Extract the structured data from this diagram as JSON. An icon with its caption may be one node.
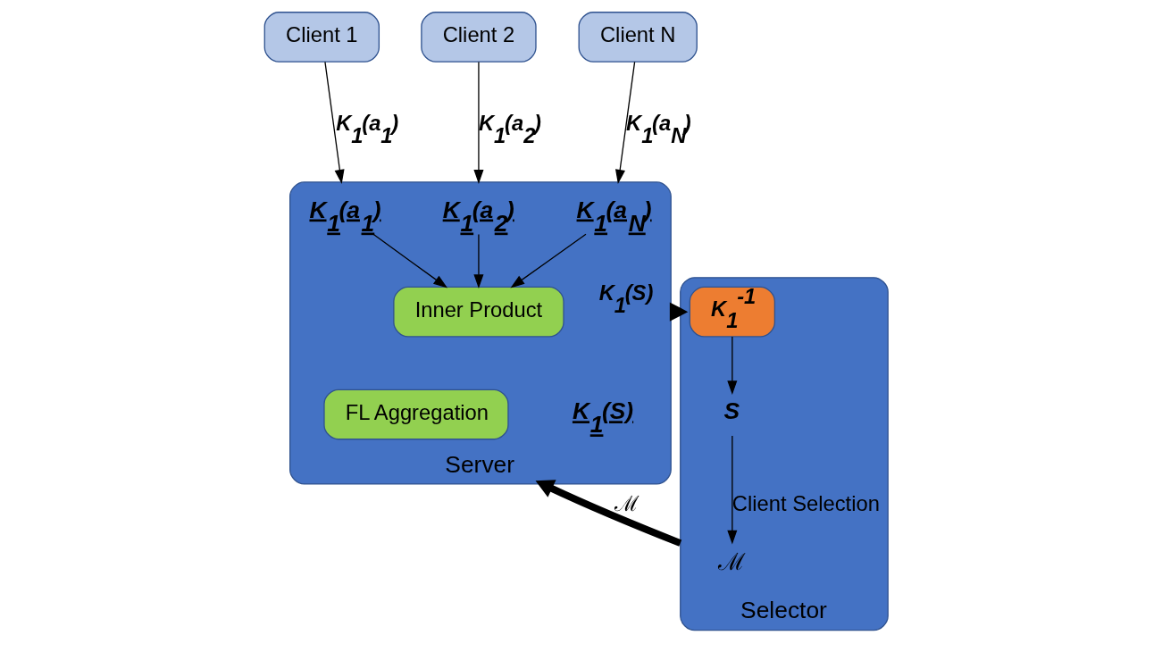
{
  "diagram": {
    "nodes": [
      {
        "text": [
          "Client 1"
        ]
      },
      {
        "text": [
          "Client 2"
        ]
      },
      {
        "text": [
          "Client N"
        ]
      },
      {
        "text": [
          "Server"
        ]
      },
      {
        "text": [
          "K$_{1}$(a$_{1}$)"
        ],
        "in": 3
      },
      {
        "text": [
          "K$_{1}$(a$_{2}$)"
        ],
        "in": 3
      },
      {
        "text": [
          "K$_{1}$(a$_{N}$)"
        ],
        "in": 3
      },
      {
        "text": [
          "Inner Product"
        ],
        "in": 3
      },
      {
        "text": [
          "K$_{1}$(S)"
        ],
        "in": 3
      },
      {
        "text": [
          "FL Aggregation"
        ],
        "in": 3
      },
      {
        "text": [
          "Selector"
        ]
      },
      {
        "text": [
          "K$_{1}$$^{-1}$"
        ],
        "in": 10
      },
      {
        "text": [
          "S"
        ],
        "in": 10
      },
      {
        "text": [
          "ℳ"
        ],
        "in": 10
      }
    ],
    "edges": [
      {
        "from": 0,
        "to": 3,
        "arrow": "to",
        "label": "K$_{1}$(a$_{1}$)"
      },
      {
        "from": 1,
        "to": 3,
        "arrow": "to",
        "label": "K$_{1}$(a$_{2}$)"
      },
      {
        "from": 2,
        "to": 3,
        "arrow": "to",
        "label": "K$_{1}$(a$_{N}$)"
      },
      {
        "from": 4,
        "to": 7,
        "arrow": "to"
      },
      {
        "from": 5,
        "to": 7,
        "arrow": "to"
      },
      {
        "from": 6,
        "to": 7,
        "arrow": "to"
      },
      {
        "from": 3,
        "to": 10,
        "arrow": "to",
        "label": "K$_{1}$(S)",
        "style": "thick"
      },
      {
        "from": 11,
        "to": 12,
        "arrow": "to"
      },
      {
        "from": 12,
        "to": 13,
        "arrow": "to",
        "label": "Client Selection"
      },
      {
        "from": 10,
        "to": 3,
        "arrow": "to",
        "label": "ℳ",
        "style": "thick"
      }
    ]
  }
}
